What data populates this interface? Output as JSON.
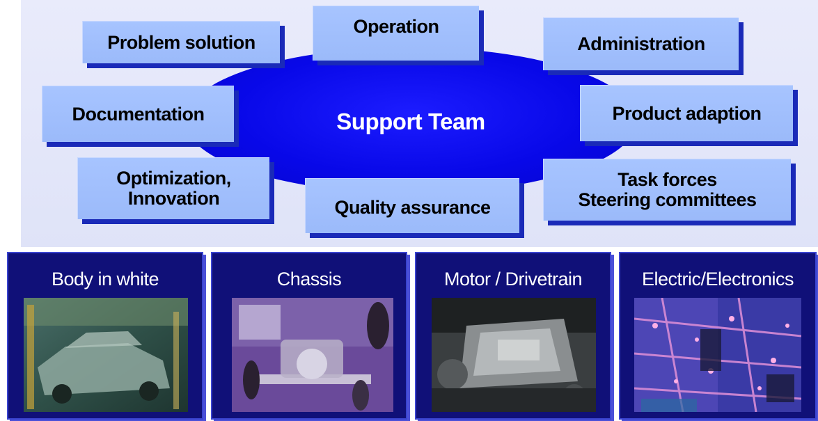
{
  "diagram": {
    "center": "Support Team",
    "tasks": [
      "Problem solution",
      "Operation",
      "Administration",
      "Documentation",
      "Product adaption",
      "Optimization,\nInnovation",
      "Quality assurance",
      "Task forces\nSteering committees"
    ],
    "domains": [
      "Body in white",
      "Chassis",
      "Motor / Drivetrain",
      "Electric/Electronics"
    ]
  },
  "colors": {
    "ellipse": "#0808e8",
    "task_box": "#a7c4ff",
    "task_shadow": "#1a2ab8",
    "domain_panel": "#101078",
    "panel_background": "#e9ebfb"
  }
}
